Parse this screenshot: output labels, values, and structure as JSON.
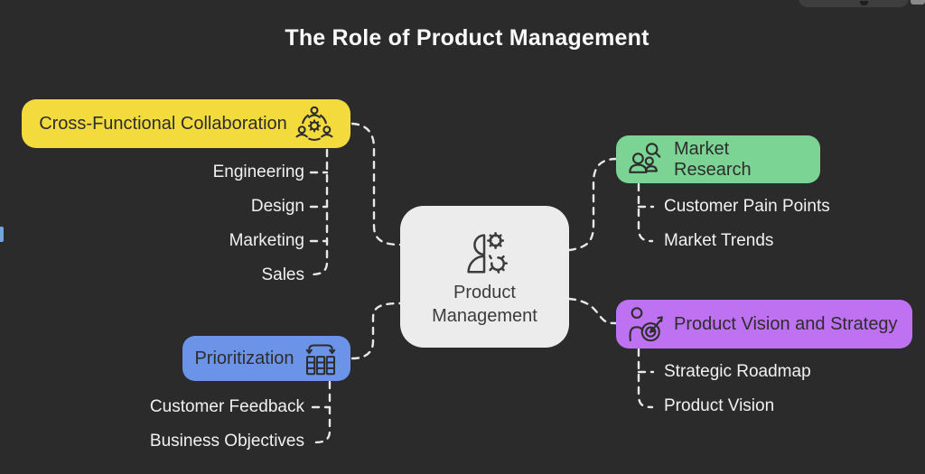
{
  "title": "The Role of Product Management",
  "colors": {
    "background": "#2B2B2B",
    "connector": "#E8E8E8",
    "center_node": "#ECECEC",
    "toolbar": "#3E3E3E",
    "edge_indicator": "#74A4DE"
  },
  "center": {
    "label": "Product Management",
    "icon": "person-gears-icon"
  },
  "branches": [
    {
      "label": "Cross-Functional Collaboration",
      "color": "#F3DB3D",
      "icon": "team-around-gear-icon",
      "children": [
        "Engineering",
        "Design",
        "Marketing",
        "Sales"
      ]
    },
    {
      "label": "Market Research",
      "color": "#7CD494",
      "icon": "people-magnifier-icon",
      "children": [
        "Customer Pain Points",
        "Market Trends"
      ]
    },
    {
      "label": "Prioritization",
      "color": "#6B93E8",
      "icon": "columns-cycle-icon",
      "children": [
        "Customer Feedback",
        "Business Objectives"
      ]
    },
    {
      "label": "Product Vision and Strategy",
      "color": "#BE72F1",
      "icon": "person-target-dart-icon",
      "children": [
        "Strategic Roadmap",
        "Product Vision"
      ]
    }
  ]
}
